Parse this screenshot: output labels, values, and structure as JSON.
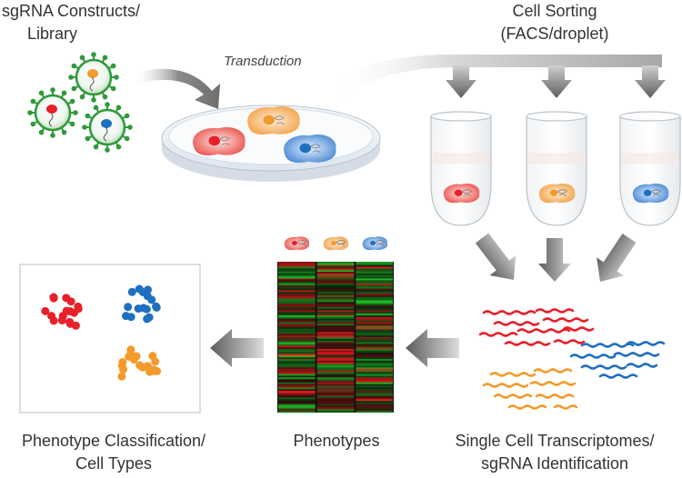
{
  "labels": {
    "sgrna_line1": "sgRNA Constructs/",
    "sgrna_line2": "Library",
    "transduction": "Transduction",
    "sorting_line1": "Cell Sorting",
    "sorting_line2": "(FACS/droplet)",
    "transcriptomes_line1": "Single Cell Transcriptomes/",
    "transcriptomes_line2": "sgRNA Identification",
    "phenotypes": "Phenotypes",
    "classification_line1": "Phenotype Classification/",
    "classification_line2": "Cell Types"
  },
  "colors": {
    "red": "#e8202a",
    "orange": "#f39a2b",
    "blue": "#1f6fc0",
    "virus_green": "#2e9a3a",
    "arrow_gray": "#7a7a7a",
    "text": "#333333"
  },
  "heatmap": {
    "columns": 3,
    "rows": 90
  },
  "clusters": [
    {
      "name": "red",
      "count": 18
    },
    {
      "name": "blue",
      "count": 16
    },
    {
      "name": "orange",
      "count": 20
    }
  ]
}
